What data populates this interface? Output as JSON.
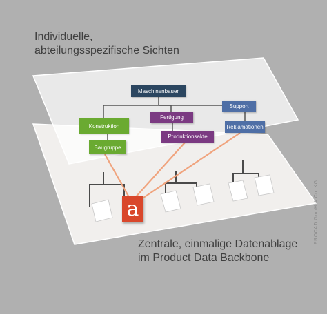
{
  "top_layer": {
    "caption_line1": "Individuelle,",
    "caption_line2": "abteilungsspezifische Sichten"
  },
  "bottom_layer": {
    "caption_line1": "Zentrale, einmalige Datenablage",
    "caption_line2": "im Product Data Backbone"
  },
  "org_chart": {
    "root": "Maschinenbauer",
    "departments": [
      {
        "label": "Konstruktion",
        "child": "Baugruppe",
        "color": "#6aaa31"
      },
      {
        "label": "Fertigung",
        "child": "Produktionsakte",
        "color": "#7b3a82"
      },
      {
        "label": "Support",
        "child": "Reklamationen",
        "color": "#4f6fa6"
      }
    ],
    "root_color": "#2b4660"
  },
  "logo": {
    "letter": "a",
    "color": "#d9472b"
  },
  "copyright": "PROCAD GmbH & Co. KG",
  "link_color": "#f0a37d"
}
